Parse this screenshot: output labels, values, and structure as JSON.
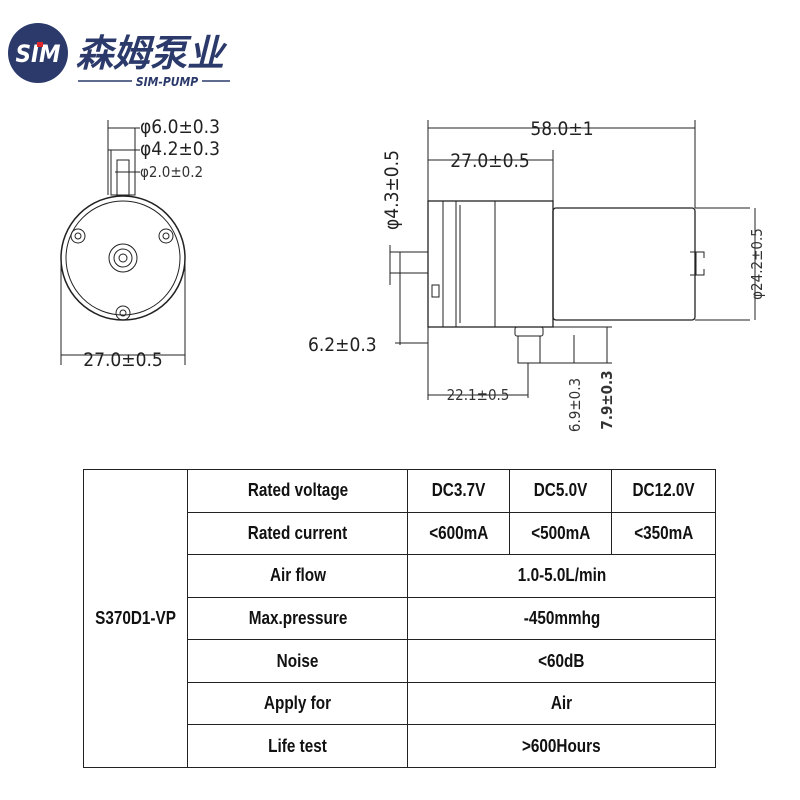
{
  "logo": {
    "mark": "SIM",
    "chinese_name": "森姆泵业",
    "english_name": "SIM-PUMP",
    "color": "#2b3a6b",
    "accent": "#e0262b"
  },
  "front_view": {
    "dims": [
      "φ6.0±0.3",
      "φ4.2±0.3",
      "φ2.0±0.2",
      "27.0±0.5"
    ]
  },
  "side_view": {
    "dims": {
      "overall_length": "58.0±1",
      "head_length": "27.0±0.5",
      "outlet_diameter": "φ4.3±0.5",
      "outlet_length": "6.2±0.3",
      "inlet_offset": "22.1±0.5",
      "inlet_height_a": "6.9±0.3",
      "inlet_height_b": "7.9±0.3",
      "motor_diameter": "φ24.2±0.5"
    }
  },
  "table": {
    "model": "S370D1-VP",
    "rows": [
      {
        "label": "Rated voltage",
        "values": [
          "DC3.7V",
          "DC5.0V",
          "DC12.0V"
        ]
      },
      {
        "label": "Rated current",
        "values": [
          "<600mA",
          "<500mA",
          "<350mA"
        ]
      },
      {
        "label": "Air flow",
        "value": "1.0-5.0L/min"
      },
      {
        "label": "Max.pressure",
        "value": "-450mmhg"
      },
      {
        "label": "Noise",
        "value": "<60dB"
      },
      {
        "label": "Apply for",
        "value": "Air"
      },
      {
        "label": "Life test",
        "value": ">600Hours"
      }
    ]
  }
}
